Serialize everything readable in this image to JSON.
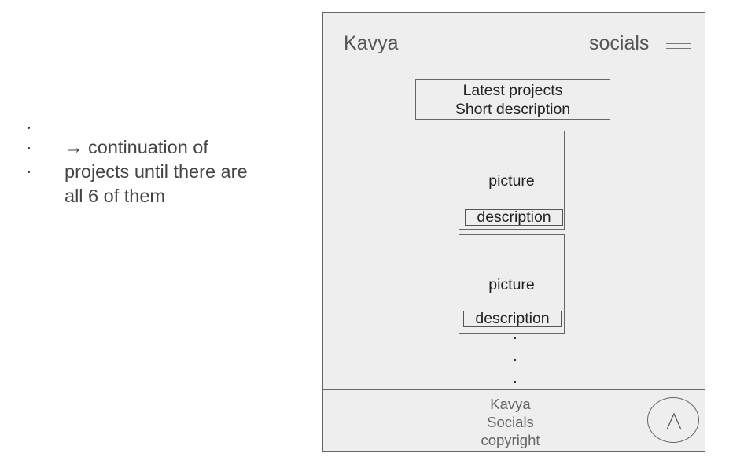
{
  "annotation": {
    "lines": [
      "→ continuation of",
      "projects until there are",
      "all 6 of them"
    ]
  },
  "wireframe": {
    "header": {
      "brand": "Kavya",
      "socials": "socials",
      "menu_icon": "hamburger-menu-icon"
    },
    "latest": {
      "title": "Latest projects",
      "subtitle": "Short description"
    },
    "cards": [
      {
        "picture": "picture",
        "description": "description"
      },
      {
        "picture": "picture",
        "description": "description"
      }
    ],
    "footer": {
      "lines": [
        "Kavya",
        "Socials",
        "copyright"
      ],
      "up_icon": "chevron-up-icon"
    }
  },
  "colors": {
    "frame_fill": "#eeeeee",
    "stroke": "#666666",
    "text": "#222222"
  }
}
